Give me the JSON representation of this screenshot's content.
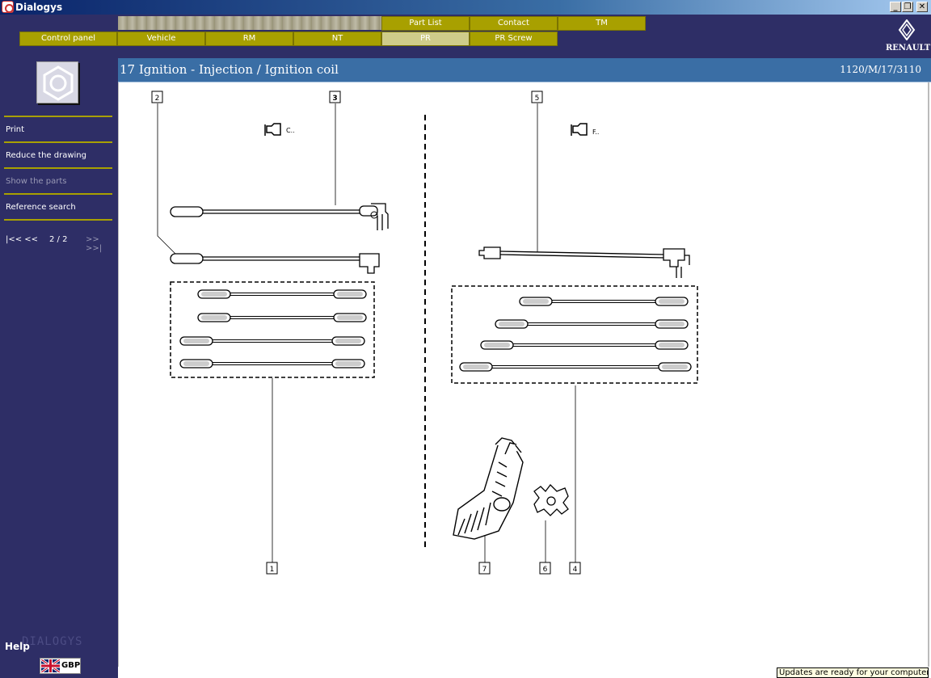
{
  "window": {
    "title": "Dialogys",
    "minimize": "_",
    "restore": "❐",
    "close": "✕"
  },
  "nav": {
    "top_row": [
      "Part List",
      "Contact",
      "TM"
    ],
    "bottom_row": [
      "Control panel",
      "Vehicle",
      "RM",
      "NT",
      "PR",
      "PR Screw"
    ],
    "active": "PR"
  },
  "brand": {
    "name": "RENAULT"
  },
  "sidebar": {
    "items": [
      {
        "label": "Print",
        "enabled": true
      },
      {
        "label": "Reduce the drawing",
        "enabled": true
      },
      {
        "label": "Show the parts",
        "enabled": false
      },
      {
        "label": "Reference search",
        "enabled": true
      }
    ],
    "pager": {
      "first_prev": "|<< <<",
      "page": "2 / 2",
      "next_last": ">> >>|"
    },
    "help": "Help",
    "watermark": "DIALOGYS",
    "currency": "GBP"
  },
  "page": {
    "title": "17 Ignition - Injection / Ignition coil",
    "reference": "1120/M/17/3110"
  },
  "drawing": {
    "callouts": [
      "1",
      "2",
      "3",
      "4",
      "5",
      "6",
      "7"
    ],
    "engine_codes": [
      "C..",
      "F.."
    ]
  },
  "status": {
    "tooltip": "Updates are ready for your computer."
  },
  "colors": {
    "nav_bg": "#2e2e66",
    "accent": "#a8a000",
    "header": "#3a6ea5"
  }
}
